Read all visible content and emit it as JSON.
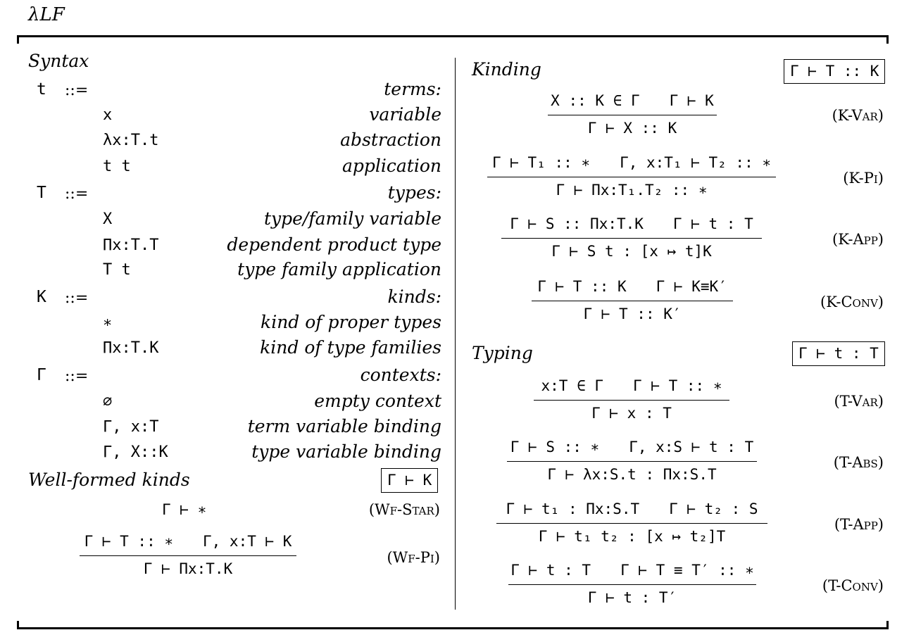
{
  "figure": {
    "title": "λLF"
  },
  "syntax": {
    "heading": "Syntax",
    "groups": [
      {
        "nonterminal": "t",
        "defs": "::=",
        "category": "terms:",
        "productions": [
          {
            "form": "x",
            "description": "variable"
          },
          {
            "form": "λx:T.t",
            "description": "abstraction"
          },
          {
            "form": "t t",
            "description": "application"
          }
        ]
      },
      {
        "nonterminal": "T",
        "defs": "::=",
        "category": "types:",
        "productions": [
          {
            "form": "X",
            "description": "type/family variable"
          },
          {
            "form": "Πx:T.T",
            "description": "dependent product type"
          },
          {
            "form": "T t",
            "description": "type family application"
          }
        ]
      },
      {
        "nonterminal": "K",
        "defs": "::=",
        "category": "kinds:",
        "productions": [
          {
            "form": "∗",
            "description": "kind of proper types"
          },
          {
            "form": "Πx:T.K",
            "description": "kind of type families"
          }
        ]
      },
      {
        "nonterminal": "Γ",
        "defs": "::=",
        "category": "contexts:",
        "productions": [
          {
            "form": "∅",
            "description": "empty context"
          },
          {
            "form": "Γ, x:T",
            "description": "term variable binding"
          },
          {
            "form": "Γ, X::K",
            "description": "type variable binding"
          }
        ]
      }
    ]
  },
  "wellformed": {
    "heading": "Well-formed kinds",
    "judgment": "Γ ⊢ K",
    "rules": [
      {
        "premises": [],
        "conclusion": "Γ ⊢ ∗",
        "name": "(Wf-Star)"
      },
      {
        "premises": [
          "Γ ⊢ T :: ∗",
          "Γ, x:T ⊢ K"
        ],
        "conclusion": "Γ ⊢ Πx:T.K",
        "name": "(Wf-Pi)"
      }
    ]
  },
  "kinding": {
    "heading": "Kinding",
    "judgment": "Γ ⊢ T :: K",
    "rules": [
      {
        "premises": [
          "X :: K ∈ Γ",
          "Γ ⊢ K"
        ],
        "conclusion": "Γ ⊢ X :: K",
        "name": "(K-Var)"
      },
      {
        "premises": [
          "Γ ⊢ T₁ :: ∗",
          "Γ, x:T₁ ⊢ T₂ :: ∗"
        ],
        "conclusion": "Γ ⊢ Πx:T₁.T₂ :: ∗",
        "name": "(K-Pi)"
      },
      {
        "premises": [
          "Γ ⊢ S :: Πx:T.K",
          "Γ ⊢ t : T"
        ],
        "conclusion": "Γ ⊢ S t : [x ↦ t]K",
        "name": "(K-App)"
      },
      {
        "premises": [
          "Γ ⊢ T :: K",
          "Γ ⊢ K≡K′"
        ],
        "conclusion": "Γ ⊢ T :: K′",
        "name": "(K-Conv)"
      }
    ]
  },
  "typing": {
    "heading": "Typing",
    "judgment": "Γ ⊢ t : T",
    "rules": [
      {
        "premises": [
          "x:T ∈ Γ",
          "Γ ⊢ T :: ∗"
        ],
        "conclusion": "Γ ⊢ x : T",
        "name": "(T-Var)"
      },
      {
        "premises": [
          "Γ ⊢ S :: ∗",
          "Γ, x:S ⊢ t : T"
        ],
        "conclusion": "Γ ⊢ λx:S.t : Πx:S.T",
        "name": "(T-Abs)"
      },
      {
        "premises": [
          "Γ ⊢ t₁ : Πx:S.T",
          "Γ ⊢ t₂ : S"
        ],
        "conclusion": "Γ ⊢ t₁ t₂ : [x ↦ t₂]T",
        "name": "(T-App)"
      },
      {
        "premises": [
          "Γ ⊢ t : T",
          "Γ ⊢ T ≡ T′ :: ∗"
        ],
        "conclusion": "Γ ⊢ t : T′",
        "name": "(T-Conv)"
      }
    ]
  }
}
